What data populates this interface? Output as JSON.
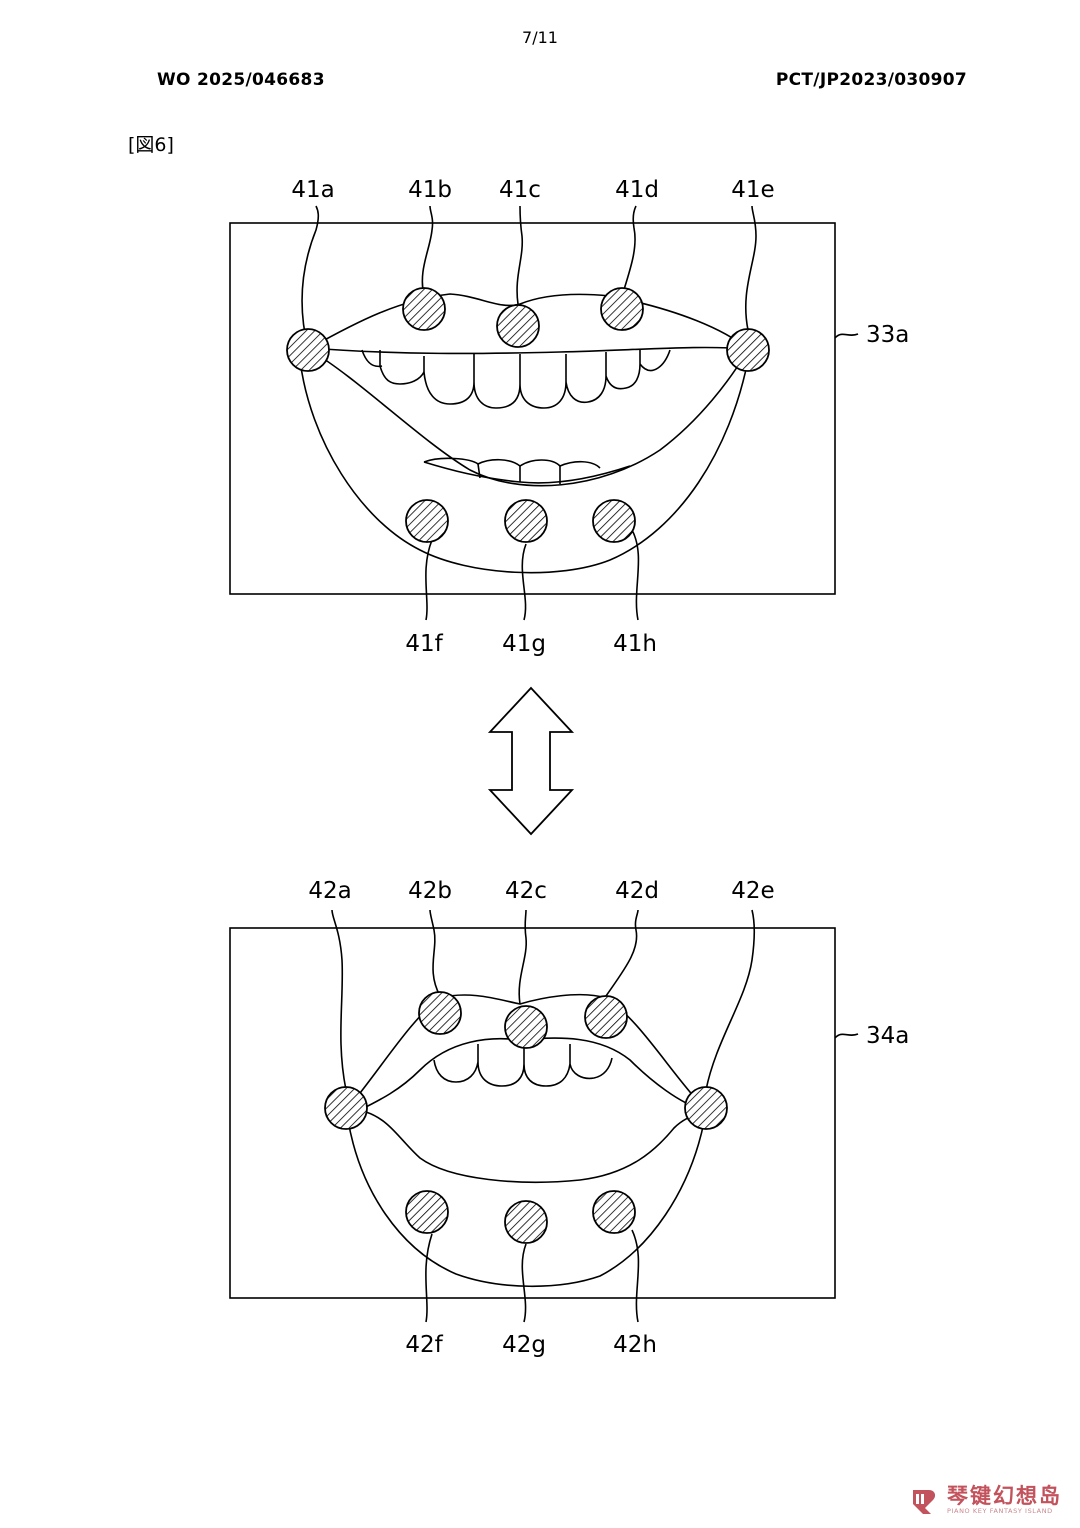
{
  "header": {
    "page_number": "7/11",
    "publication_number": "WO 2025/046683",
    "application_number": "PCT/JP2023/030907",
    "figure_label": "[図6]"
  },
  "figure_top": {
    "frame_label": "33a",
    "markers": [
      "41a",
      "41b",
      "41c",
      "41d",
      "41e",
      "41f",
      "41g",
      "41h"
    ]
  },
  "figure_bottom": {
    "frame_label": "34a",
    "markers": [
      "42a",
      "42b",
      "42c",
      "42d",
      "42e",
      "42f",
      "42g",
      "42h"
    ]
  },
  "watermark": {
    "chinese": "琴键幻想岛",
    "english": "PIANO KEY FANTASY ISLAND",
    "color": "#c2525c"
  }
}
